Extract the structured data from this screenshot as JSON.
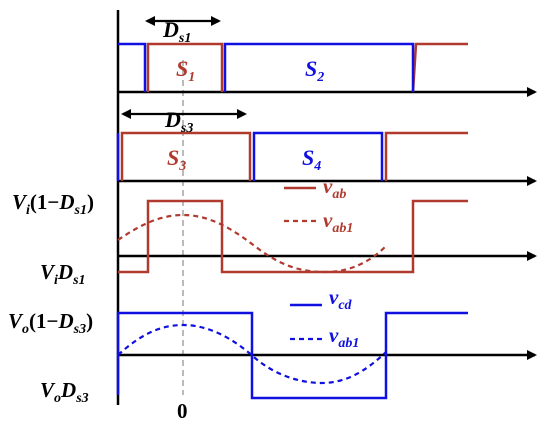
{
  "colors": {
    "axis": "#000000",
    "red": "#b03a2e",
    "blue": "#1010e0",
    "guide": "#aaaaaa"
  },
  "labels": {
    "ds1": {
      "base": "D",
      "sub": "s1"
    },
    "ds3": {
      "base": "D",
      "sub": "s3"
    },
    "s1": {
      "base": "S",
      "sub": "1"
    },
    "s2": {
      "base": "S",
      "sub": "2"
    },
    "s3": {
      "base": "S",
      "sub": "3"
    },
    "s4": {
      "base": "S",
      "sub": "4"
    },
    "vi_high": {
      "v": "V",
      "vsub": "i",
      "rest": "(1−",
      "d": "D",
      "dsub": "s1",
      "close": ")"
    },
    "vi_low": {
      "v": "V",
      "vsub": "i",
      "d": "D",
      "dsub": "s1"
    },
    "vo_high": {
      "v": "V",
      "vsub": "o",
      "rest": "(1−",
      "d": "D",
      "dsub": "s3",
      "close": ")"
    },
    "vo_low": {
      "v": "V",
      "vsub": "o",
      "d": "D",
      "dsub": "s3"
    },
    "legend_vab": {
      "base": "v",
      "sub": "ab"
    },
    "legend_vab1_red": {
      "base": "v",
      "sub": "ab1"
    },
    "legend_vcd": {
      "base": "v",
      "sub": "cd"
    },
    "legend_vab1_blue": {
      "base": "v",
      "sub": "ab1"
    },
    "origin": "0"
  }
}
